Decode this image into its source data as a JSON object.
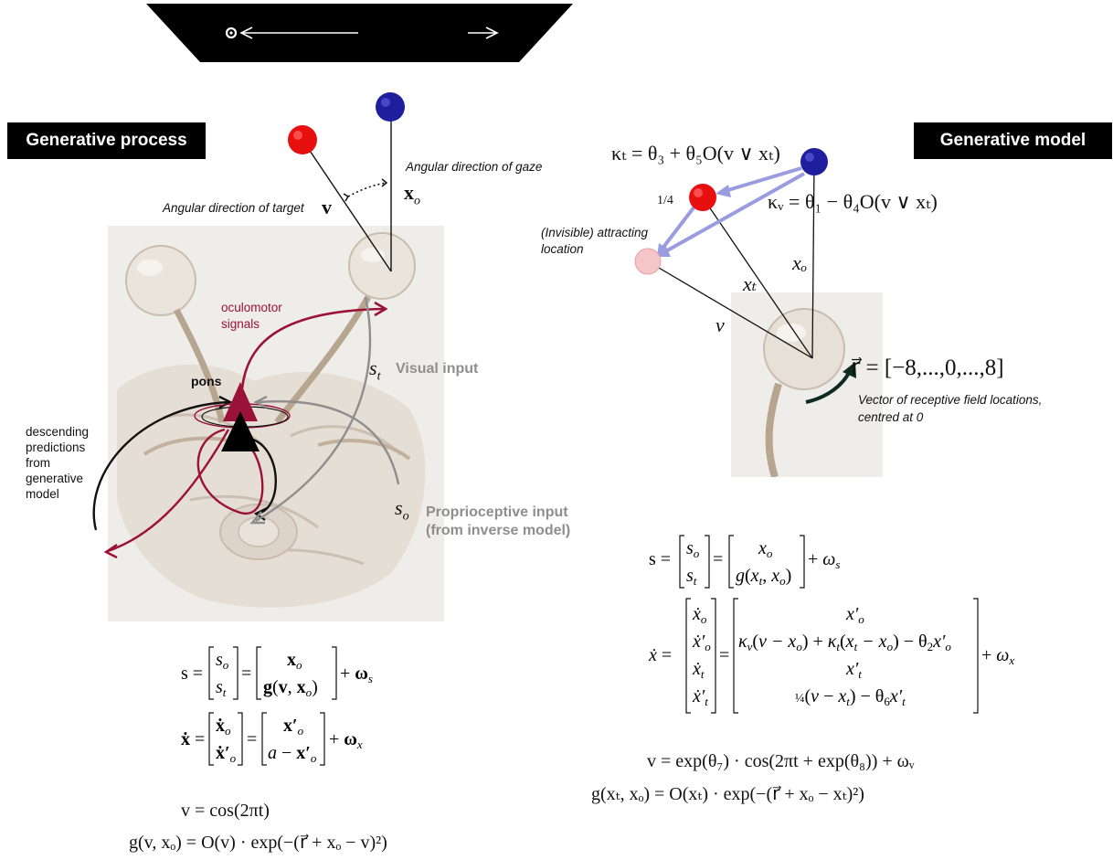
{
  "banner": {
    "description": "screen with target dot and direction arrows"
  },
  "left_panel": {
    "title": "Generative process",
    "label_gaze": "Angular direction of gaze",
    "label_target": "Angular direction of target",
    "sym_v": "v",
    "sym_xo": "x",
    "sym_xo_sub": "o",
    "oculomotor": "oculomotor\nsignals",
    "pons": "pons",
    "visual_input": "Visual input",
    "sym_st": "s",
    "sym_st_sub": "t",
    "descending": "descending\npredictions\nfrom\ngenerative\nmodel",
    "sym_so": "s",
    "sym_so_sub": "o",
    "proprioceptive": "Proprioceptive input\n(from inverse model)",
    "equations": {
      "s_lhs": "s =",
      "x_lhs": "ẋ =",
      "v_eq": "v = cos(2πt)",
      "g_eq": "g(v, xₒ) = O(v) · exp(−(r⃗ + xₒ − v)²)"
    }
  },
  "right_panel": {
    "title": "Generative model",
    "kappa_t": "κₜ = θ₃ + θ₅O(v ∨ xₜ)",
    "kappa_v": "κᵥ = θ₁ − θ₄O(v ∨ xₜ)",
    "quarter": "1/4",
    "invisible": "(Invisible) attracting\nlocation",
    "sym_xo": "xₒ",
    "sym_xt": "xₜ",
    "sym_v": "v",
    "r_vec": "r⃗ = [−8,...,0,...,8]",
    "rf_caption": "Vector of receptive field locations,\ncentred at 0",
    "equations": {
      "s_lhs": "s =",
      "x_lhs": "ẋ =",
      "v_eq": "v = exp(θ₇) · cos(2πt + exp(θ₈)) + ωᵥ",
      "g_eq": "g(xₜ, xₒ) = O(xₜ) · exp(−(r⃗ + xₒ − xₜ)²)"
    }
  },
  "colors": {
    "red": "#e80f0f",
    "blue": "#1f1f9e",
    "pink": "#f5c6c8",
    "maroon": "#9b1238",
    "arrow_lavender": "#9a9be0",
    "grey": "#8e8e8e"
  }
}
